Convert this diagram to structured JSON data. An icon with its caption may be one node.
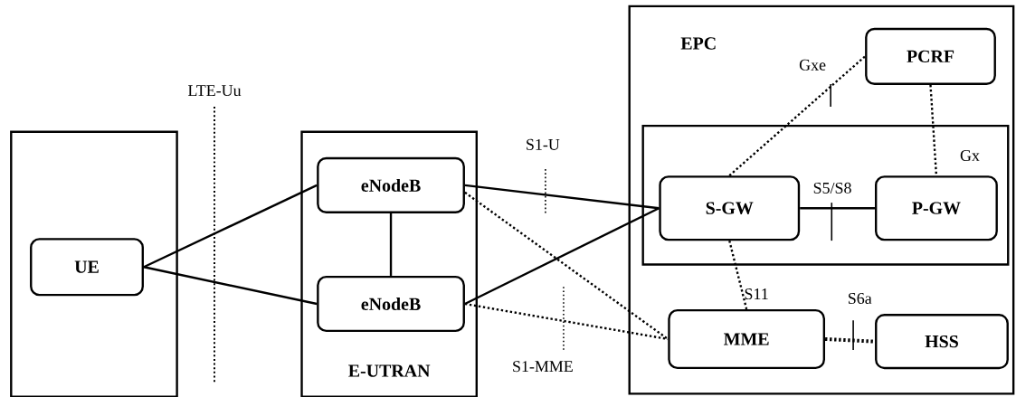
{
  "diagram": {
    "nodes": [
      {
        "text": [],
        "shape": "box"
      },
      {
        "text": [
          "UE"
        ],
        "in": 0
      },
      {
        "text": [
          "E-UTRAN"
        ]
      },
      {
        "text": [
          "eNodeB"
        ],
        "in": 2
      },
      {
        "text": [
          "eNodeB"
        ],
        "in": 2
      },
      {
        "text": [
          "EPC"
        ]
      },
      {
        "text": [
          "PCRF"
        ],
        "in": 5
      },
      {
        "text": [],
        "shape": "box",
        "in": 5
      },
      {
        "text": [
          "S-GW"
        ],
        "in": 7
      },
      {
        "text": [
          "P-GW"
        ],
        "in": 7
      },
      {
        "text": [
          "MME"
        ],
        "in": 5
      },
      {
        "text": [
          "HSS"
        ],
        "in": 5
      }
    ],
    "edges": [
      {
        "from": 1,
        "to": 3,
        "arrow": "none"
      },
      {
        "from": 1,
        "to": 4,
        "arrow": "none"
      },
      {
        "from": 3,
        "to": 4,
        "arrow": "none"
      },
      {
        "from": 3,
        "to": 8,
        "arrow": "none",
        "label": "S1-U"
      },
      {
        "from": 4,
        "to": 8,
        "arrow": "none"
      },
      {
        "from": 3,
        "to": 10,
        "arrow": "none",
        "style": "dashed"
      },
      {
        "from": 4,
        "to": 10,
        "arrow": "none",
        "style": "dashed",
        "label": "S1-MME"
      },
      {
        "from": 8,
        "to": 6,
        "arrow": "none",
        "style": "dashed",
        "label": "Gxe"
      },
      {
        "from": 6,
        "to": 9,
        "arrow": "none",
        "style": "dashed",
        "label": "Gx"
      },
      {
        "from": 8,
        "to": 9,
        "arrow": "none",
        "label": "S5/S8"
      },
      {
        "from": 8,
        "to": 10,
        "arrow": "none",
        "style": "dashed",
        "label": "S11"
      },
      {
        "from": 10,
        "to": 11,
        "arrow": "none",
        "style": "dashed",
        "label": "S6a"
      }
    ],
    "labels": [
      "LTE-Uu"
    ]
  }
}
